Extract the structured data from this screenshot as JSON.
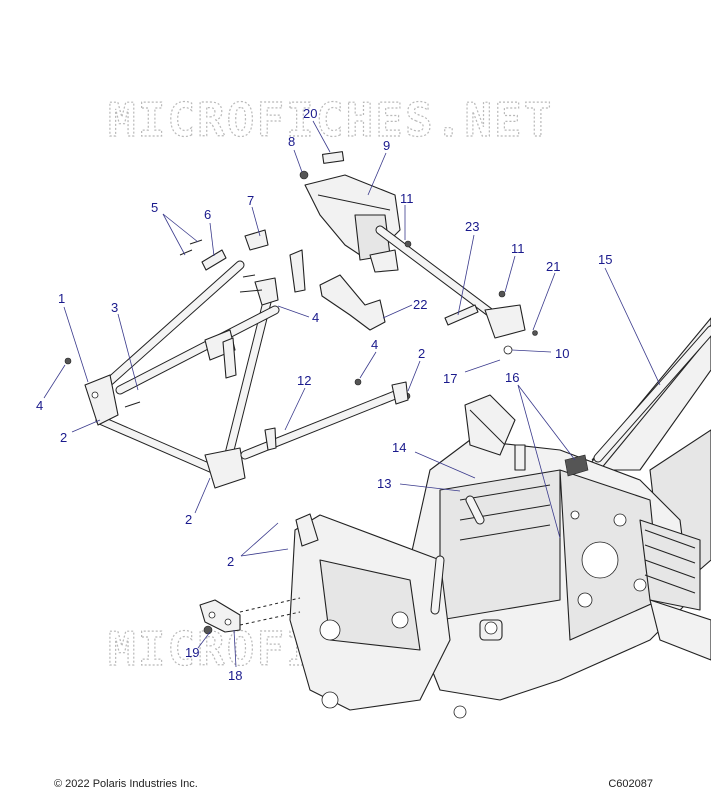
{
  "watermark": "MICROFICHES.NET",
  "footer": {
    "copyright": "© 2022 Polaris Industries Inc.",
    "diagram_code": "C602087"
  },
  "callouts": [
    "20",
    "8",
    "9",
    "11",
    "23",
    "11",
    "21",
    "15",
    "10",
    "17",
    "16",
    "5",
    "6",
    "7",
    "4",
    "1",
    "3",
    "4",
    "2",
    "2",
    "12",
    "4",
    "2",
    "14",
    "13",
    "2",
    "19",
    "18",
    "22"
  ]
}
